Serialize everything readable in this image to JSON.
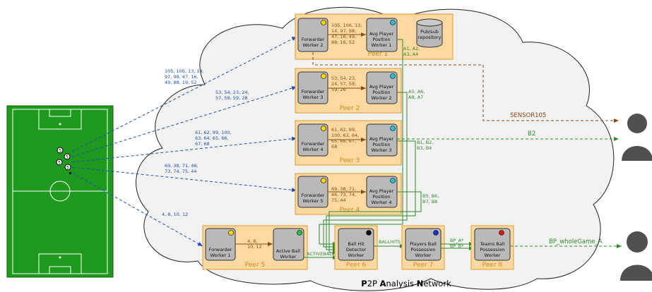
{
  "network_title": {
    "p": "P",
    "p2p_rest": "2P ",
    "a": "A",
    "a_rest": "nalysis ",
    "n": "N",
    "n_rest": "etwork"
  },
  "peers": [
    "Peer 1",
    "Peer 2",
    "Peer 3",
    "Peer 4",
    "Peer 5",
    "Peer 6",
    "Peer 7",
    "Peer 8"
  ],
  "workers": {
    "fw2": [
      "Forwarder",
      "Worker 2"
    ],
    "fw3": [
      "Forwarder",
      "Worker 3"
    ],
    "fw4": [
      "Forwarder",
      "Worker 4"
    ],
    "fw5": [
      "Forwarder",
      "Worker 5"
    ],
    "fw1": [
      "Forwarder",
      "Worker 1"
    ],
    "avg1": [
      "Avg Player",
      "Position",
      "Worker 1"
    ],
    "avg2": [
      "Avg Player",
      "Position",
      "Worker 2"
    ],
    "avg3": [
      "Avg Player",
      "Position",
      "Worker 3"
    ],
    "avg4": [
      "Avg Player",
      "Position",
      "Worker 4"
    ],
    "active": [
      "Active Ball",
      "Worker"
    ],
    "hit": [
      "Ball Hit",
      "Detector",
      "Worker"
    ],
    "pposs": [
      "Players Ball",
      "Possession",
      "Worker"
    ],
    "tposs": [
      "Teams Ball",
      "Possession",
      "Worker"
    ]
  },
  "pubsub": [
    "Pub/sub",
    "repository"
  ],
  "sensor_ids_blue": {
    "f2": [
      "105, 106, 13, 14,",
      "97, 98, 47, 16,",
      "49, 88, 19, 52"
    ],
    "f3": [
      "53, 54, 23, 24,",
      "57, 58, 59, 28"
    ],
    "f4": [
      "61, 62, 99, 100,",
      "63, 64, 65, 66,",
      "67, 68"
    ],
    "f5": [
      "69, 38, 71, 46,",
      "73, 74, 75, 44"
    ],
    "f1": [
      "4, 8, 10, 12"
    ]
  },
  "sensor_ids_inner": {
    "p1": [
      "105, 106, 13,",
      "14, 97, 98,",
      "47, 16, 49,",
      "88, 19, 52"
    ],
    "p2": [
      "53, 54, 23,",
      "24, 57, 58,",
      "59, 28"
    ],
    "p3": [
      "61, 62, 99,",
      "100, 63, 64,",
      "65, 66, 67,",
      "68"
    ],
    "p4": [
      "69, 38, 71,",
      "46, 73, 74,",
      "75, 44"
    ],
    "p5": [
      "4, 8,",
      "10, 12"
    ]
  },
  "outputs": {
    "a1": [
      "A1, A2,",
      "A3, A4"
    ],
    "a5": [
      "A5, A6,",
      "A8, A7"
    ],
    "b1": [
      "B1, B2,",
      "B3, B4"
    ],
    "b5": [
      "B5, B6,",
      "B7, B8"
    ]
  },
  "flow_labels": {
    "activeballs": "ACTIVEBALLS",
    "ballhits": "BALLHITS",
    "bp_a": "BP_A*",
    "bp_b": "BP_B*",
    "sensor105": "SENSOR105",
    "b2": "B2",
    "bp_whole": "BP_wholeGame_A"
  },
  "field_markers": [
    "5",
    "5",
    "5",
    "5"
  ],
  "colors": {
    "peer_fill": "#fcd9a1",
    "peer_border": "#e39a2c",
    "worker_fill": "#b9b9b9",
    "field": "#1f9a1f",
    "blue": "#1f4fbf",
    "green": "#2f8a2a",
    "brown": "#8a4a12",
    "cloud": "#f2f2f2"
  }
}
